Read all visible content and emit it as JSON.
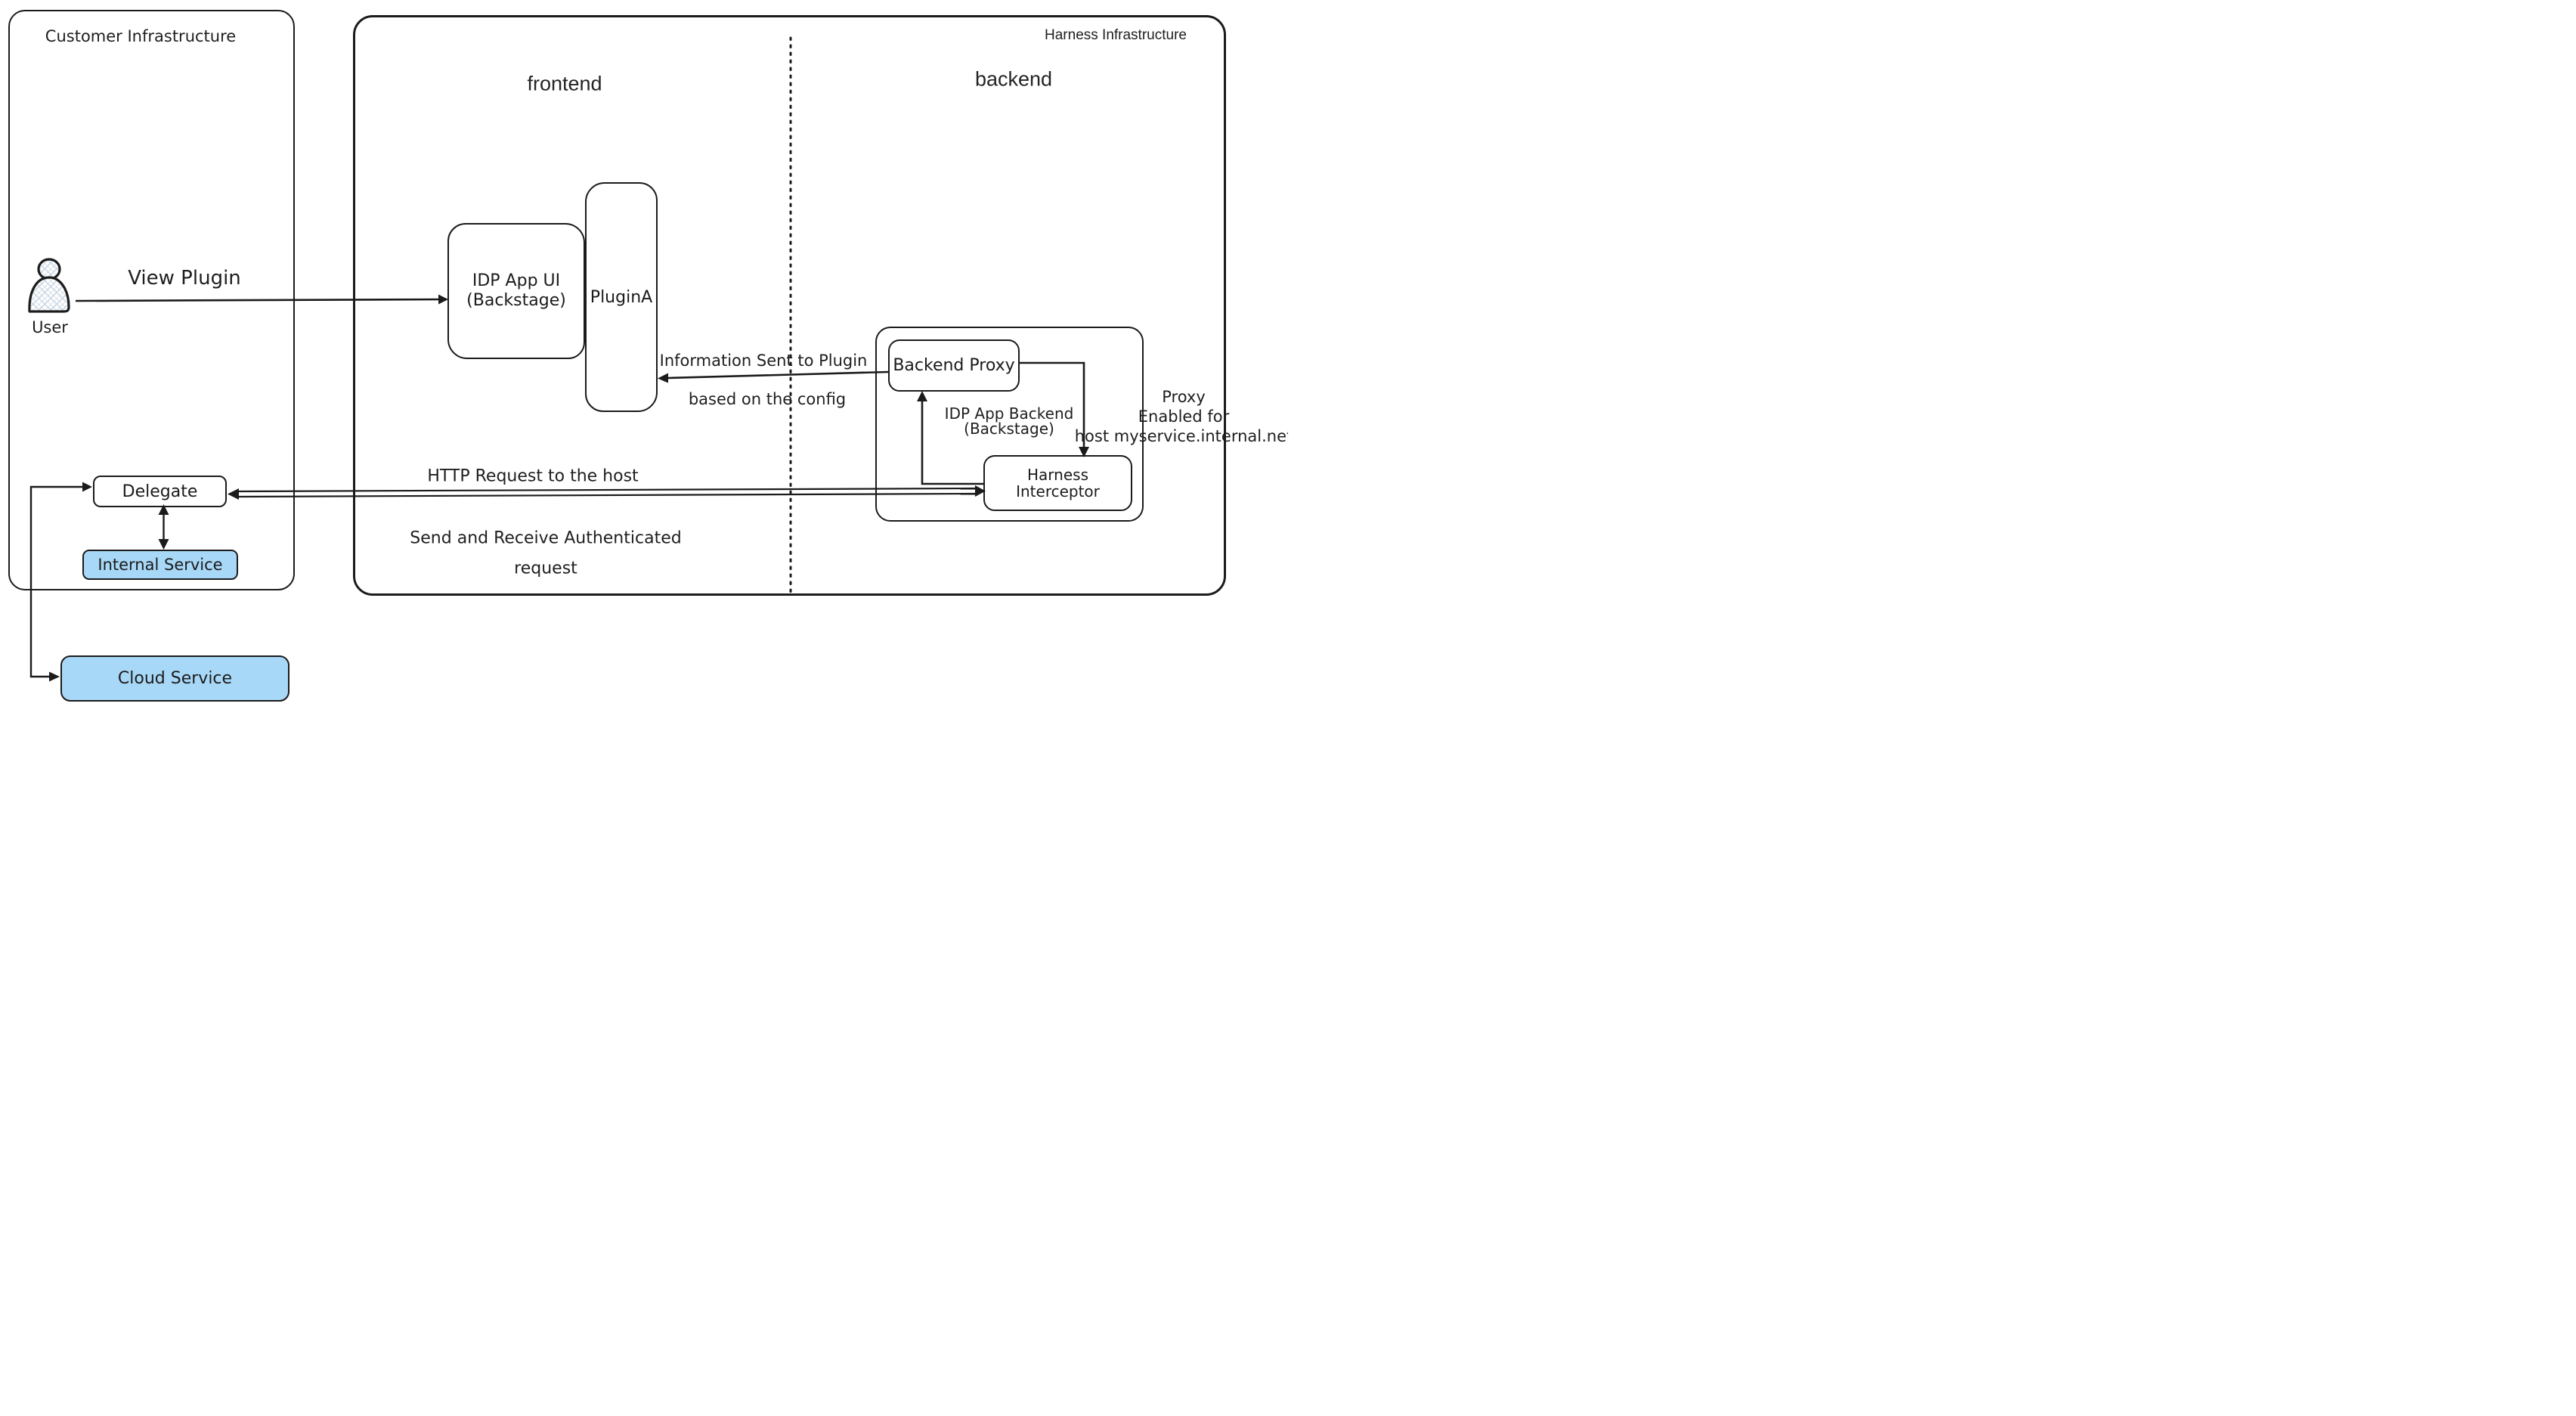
{
  "regions": {
    "customer": {
      "title": "Customer Infrastructure"
    },
    "harness": {
      "title": "Harness Infrastructure",
      "frontend": "frontend",
      "backend": "backend"
    }
  },
  "nodes": {
    "user": "User",
    "idp_app_ui": [
      "IDP App UI",
      "(Backstage)"
    ],
    "plugin_a": "PluginA",
    "backend_proxy": "Backend Proxy",
    "idp_app_backend": [
      "IDP App Backend",
      "(Backstage)"
    ],
    "harness_interceptor": [
      "Harness",
      "Interceptor"
    ],
    "delegate": "Delegate",
    "internal_service": "Internal Service",
    "cloud_service": "Cloud Service"
  },
  "edges": {
    "view_plugin": "View Plugin",
    "info_sent": [
      "Information Sent to Plugin",
      "based on the config"
    ],
    "http_request": "HTTP Request to the host",
    "send_receive": [
      "Send and Receive Authenticated",
      "request"
    ],
    "proxy_enabled": [
      "Proxy",
      "Enabled for",
      "host myservice.internal.net"
    ]
  },
  "colors": {
    "ink": "#1b1b1b",
    "service_fill": "#a8d8f7",
    "hatch": "#c9d6e2"
  }
}
